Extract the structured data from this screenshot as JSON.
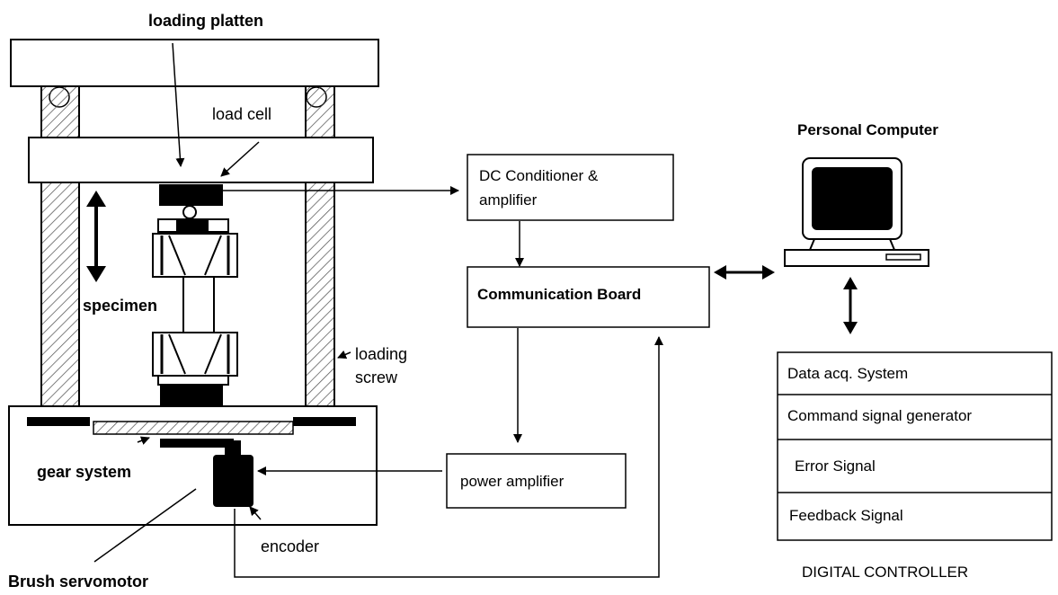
{
  "labels": {
    "loading_platten": "loading platten",
    "load_cell": "load cell",
    "specimen": "specimen",
    "loading_screw": "loading\nscrew",
    "gear_system": "gear system",
    "encoder": "encoder",
    "brush_servomotor": "Brush servomotor",
    "personal_computer": "Personal Computer",
    "digital_controller": "DIGITAL CONTROLLER"
  },
  "blocks": {
    "dc_conditioner": "DC Conditioner &\namplifier",
    "communication_board": "Communication Board",
    "power_amplifier": "power amplifier"
  },
  "controller_rows": [
    "Data acq. System",
    "Command signal generator",
    "Error Signal",
    "Feedback Signal"
  ]
}
